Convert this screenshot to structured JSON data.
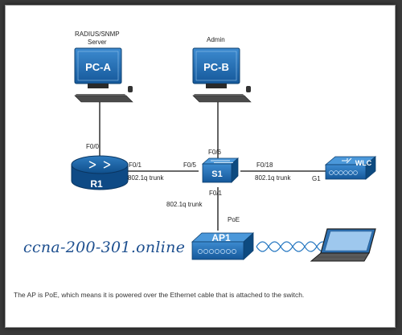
{
  "devices": {
    "pca": {
      "name": "PC-A",
      "role_line1": "RADIUS/SNMP",
      "role_line2": "Server"
    },
    "pcb": {
      "name": "PC-B",
      "role": "Admin"
    },
    "r1": {
      "name": "R1"
    },
    "s1": {
      "name": "S1"
    },
    "wlc": {
      "name": "WLC"
    },
    "ap1": {
      "name": "AP1"
    }
  },
  "ports": {
    "r1_f00": "F0/0",
    "r1_f01": "F0/1",
    "s1_f05": "F0/5",
    "s1_f06": "F0/6",
    "s1_f018": "F0/18",
    "s1_f01": "F0/1",
    "wlc_g1": "G1",
    "ap1_poe": "PoE"
  },
  "links": {
    "r1_s1_trunk": "802.1q trunk",
    "s1_wlc_trunk": "802.1q trunk",
    "s1_ap1_trunk": "802.1q trunk"
  },
  "watermark": "ccna-200-301.online",
  "caption": "The AP is PoE, which means it is powered over the Ethernet cable that is attached to the switch.",
  "colors": {
    "device_blue": "#1f6fb2",
    "device_dark": "#0d4a80",
    "link": "#111111",
    "watermark": "#1d4f8f"
  }
}
